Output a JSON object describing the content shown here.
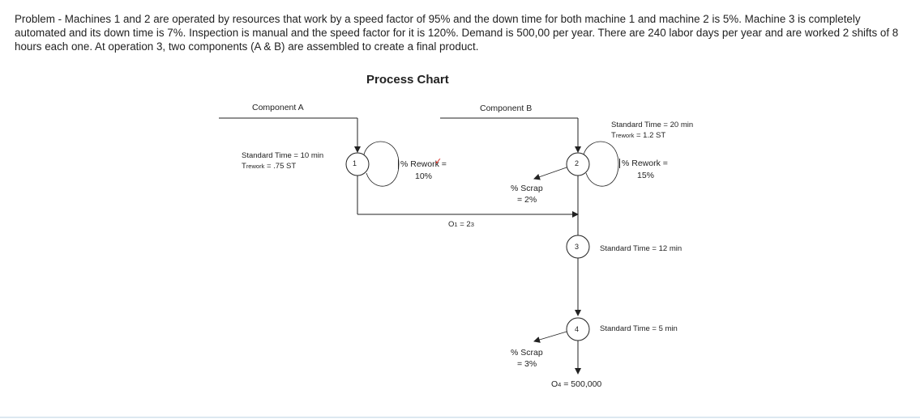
{
  "problem_text": "Problem - Machines 1 and 2 are operated by resources that work by a speed factor of 95% and the down time for both machine 1 and machine 2 is 5%. Machine 3 is completely automated and its down time is 7%. Inspection is manual and the speed factor for it is 120%. Demand is 500,00 per year. There are 240 labor days per year and are worked 2 shifts of 8 hours each one. At operation 3, two components (A & B) are assembled to create a final product.",
  "chart_title": "Process Chart",
  "component_a": "Component A",
  "component_b": "Component B",
  "op1": {
    "number": "1",
    "std_time": "Standard Time = 10 min",
    "trework_t": "T",
    "trework_sub": "rework",
    "trework_val": "= .75 ST",
    "rework_line1": "% Rework =",
    "rework_line2": "10%"
  },
  "op2": {
    "number": "2",
    "std_time": "Standard Time = 20 min",
    "trework_t": "T",
    "trework_sub": "rework",
    "trework_val": "= 1.2 ST",
    "rework_line1": "% Rework =",
    "rework_line2": "15%"
  },
  "scrap_b": {
    "line1": "% Scrap",
    "line2": "= 2%"
  },
  "o1_label": {
    "o": "O",
    "sub": "1",
    "rest": " = 2",
    "sub2": "3"
  },
  "op3": {
    "number": "3",
    "std_time": "Standard Time = 12 min"
  },
  "op4": {
    "number": "4",
    "std_time": "Standard Time = 5 min"
  },
  "scrap_4": {
    "line1": "% Scrap",
    "line2": "= 3%"
  },
  "o4_label": {
    "o": "O",
    "sub": "4",
    "rest": " = 500,000"
  }
}
